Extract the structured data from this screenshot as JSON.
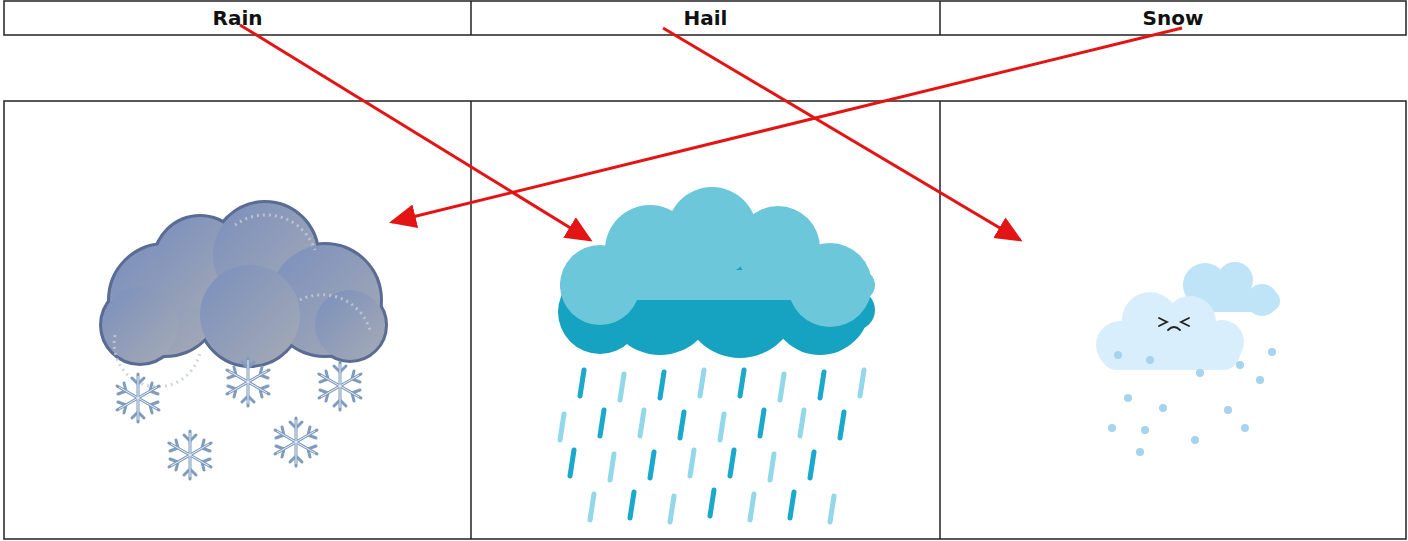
{
  "diagram": {
    "labels": [
      "Rain",
      "Hail",
      "Snow"
    ]
  }
}
